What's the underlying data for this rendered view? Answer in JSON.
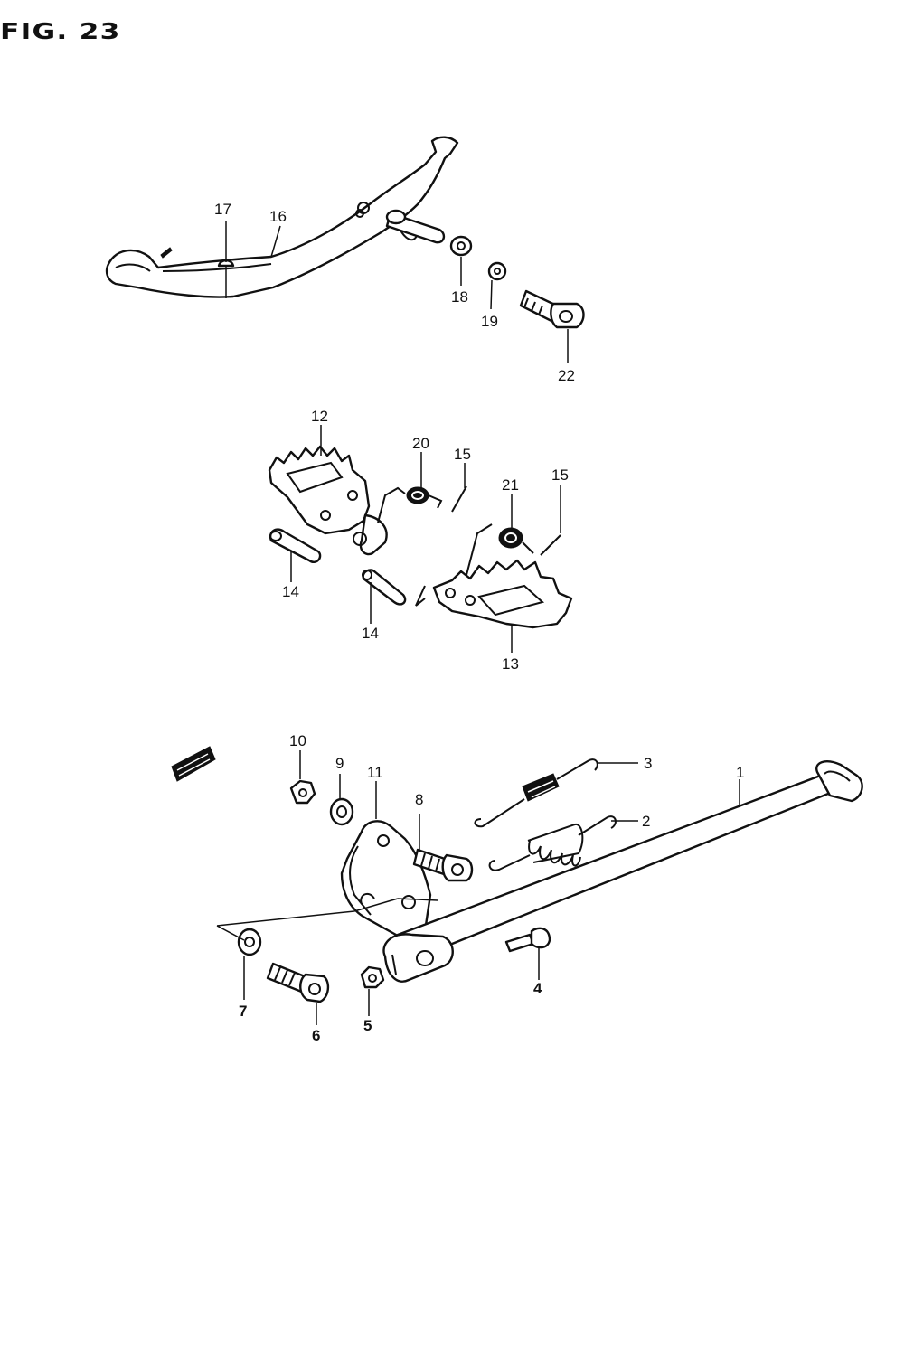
{
  "figure": {
    "title": "FIG. 23"
  },
  "callouts": [
    "1",
    "2",
    "3",
    "4",
    "5",
    "6",
    "7",
    "8",
    "9",
    "10",
    "11",
    "12",
    "13",
    "14",
    "14",
    "15",
    "15",
    "16",
    "17",
    "18",
    "19",
    "20",
    "21",
    "22"
  ]
}
